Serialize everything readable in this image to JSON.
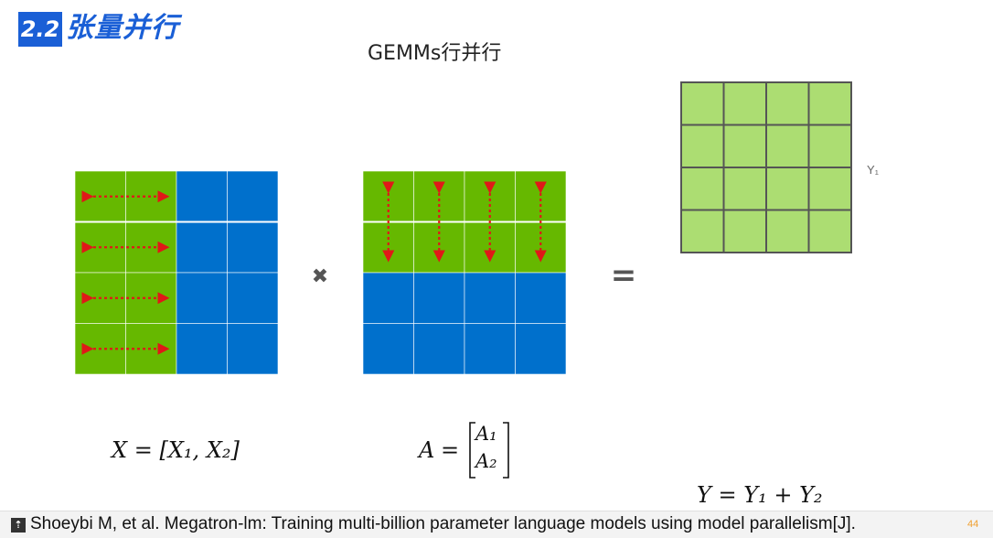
{
  "header": {
    "section_number": "2.2",
    "section_title": "张量并行"
  },
  "slide_title": "GEMMs行并行",
  "diagram": {
    "colors": {
      "green": "#66b800",
      "blue": "#0070cc",
      "light_green": "#acdd72",
      "arrow": "#e01818",
      "grid_dark": "#555555"
    },
    "matrix_x": {
      "rows": 4,
      "cols": 4,
      "green_cols": 2,
      "arrows": "horizontal"
    },
    "matrix_a": {
      "rows": 4,
      "cols": 4,
      "green_rows": 2,
      "arrows": "vertical"
    },
    "matrix_y": {
      "rows": 4,
      "cols": 4,
      "label": "Y₁"
    },
    "operators": {
      "multiply": "✖",
      "equals": "="
    }
  },
  "equations": {
    "x": {
      "lhs": "X",
      "eq": "=",
      "rhs": "[X₁, X₂]"
    },
    "a": {
      "lhs": "A",
      "eq": "=",
      "row1": "A₁",
      "row2": "A₂"
    },
    "y": {
      "lhs": "Y",
      "eq": "=",
      "rhs": "Y₁ + Y₂"
    }
  },
  "footer": {
    "reference": "Shoeybi M, et al. Megatron-lm: Training multi-billion parameter language models using model parallelism[J].",
    "page_number": "44"
  }
}
